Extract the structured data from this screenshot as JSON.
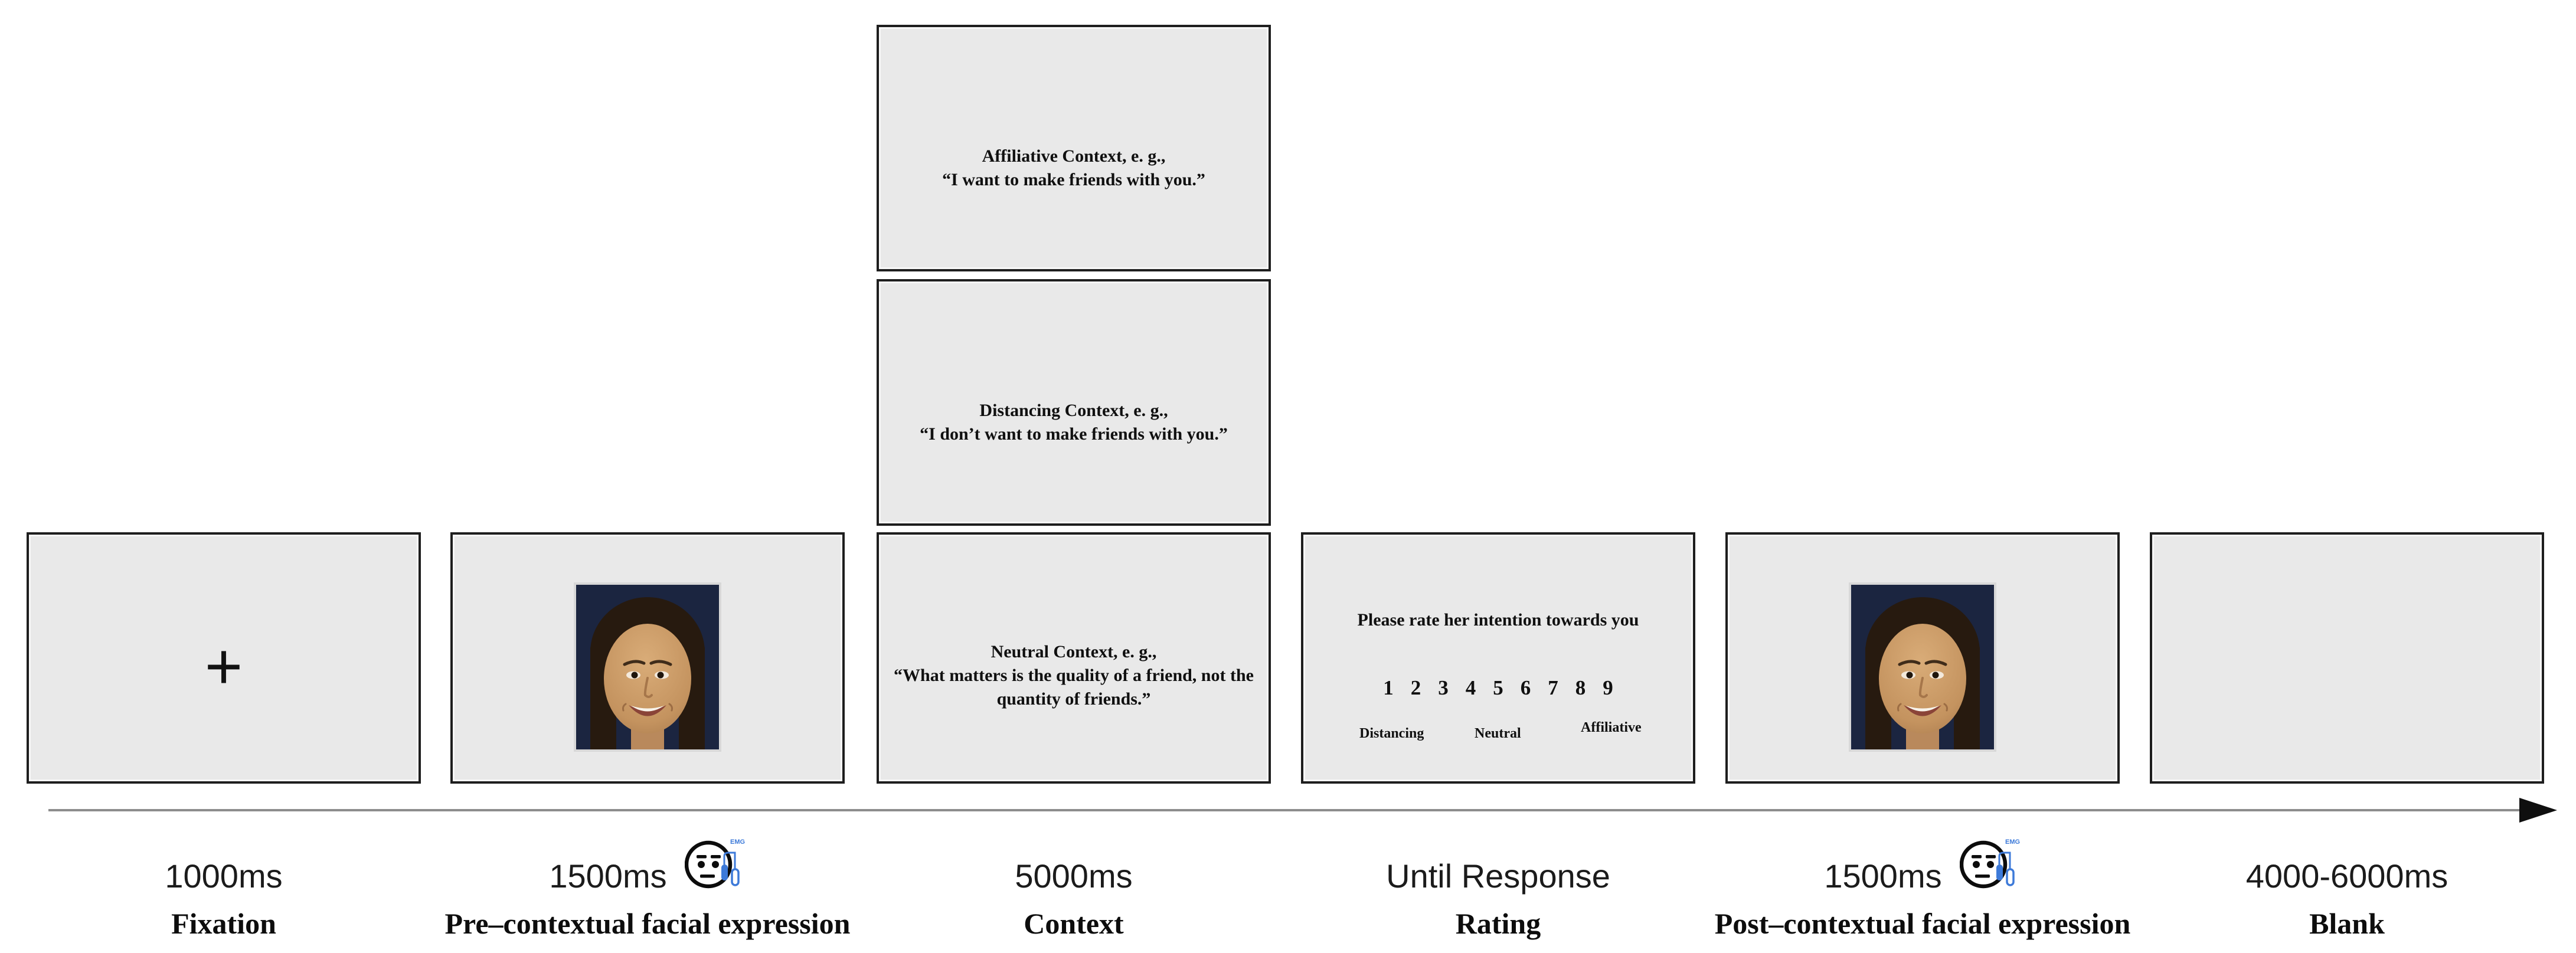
{
  "timeline": {
    "phases": [
      {
        "duration": "1000ms",
        "label": "Fixation"
      },
      {
        "duration": "1500ms",
        "label": "Pre–contextual facial expression"
      },
      {
        "duration": "5000ms",
        "label": "Context"
      },
      {
        "duration": "Until Response",
        "label": "Rating"
      },
      {
        "duration": "1500ms",
        "label": "Post–contextual facial expression"
      },
      {
        "duration": "4000-6000ms",
        "label": "Blank"
      }
    ]
  },
  "fixation": {
    "cross": "+"
  },
  "context": {
    "affiliative": {
      "line1": "Affiliative Context, e. g.,",
      "line2": "“I want to make friends with you.”"
    },
    "distancing": {
      "line1": "Distancing Context, e. g.,",
      "line2": "“I don’t want to make friends with you.”"
    },
    "neutral": {
      "line1": "Neutral Context, e. g.,",
      "line2": "“What matters is the quality of a friend, not the",
      "line3": "quantity of friends.”"
    }
  },
  "rating": {
    "title": "Please rate her intention towards you",
    "numbers": [
      "1",
      "2",
      "3",
      "4",
      "5",
      "6",
      "7",
      "8",
      "9"
    ],
    "anchors": {
      "left": "Distancing",
      "middle": "Neutral",
      "right": "Affiliative"
    }
  },
  "emg": {
    "label": "EMG"
  },
  "stimulus": {
    "face_photo": "smiling-female-face-photo"
  },
  "colors": {
    "box_fill": "#e9e9e9",
    "box_border": "#1e1e1e",
    "emg_blue": "#3d7ad9",
    "photo_background": "#1b2540",
    "timeline_gray": "#8d8d8d",
    "text_black": "#0d0d0d"
  }
}
